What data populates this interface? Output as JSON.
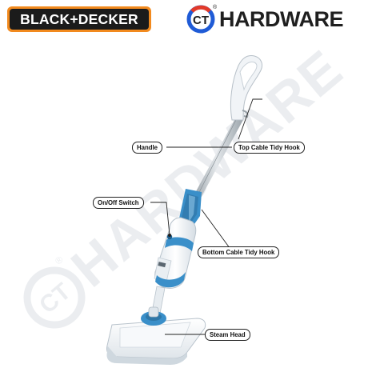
{
  "brand_logo": {
    "text": "BLACK+DECKER",
    "frame_color": "#f28a1e",
    "fill_color": "#1b1b1b"
  },
  "retailer_logo": {
    "badge": "CT",
    "word": "HARDWARE",
    "registered_mark": "®",
    "badge_color": "#1f5bd6",
    "accent_color": "#e23a2a"
  },
  "watermark": {
    "badge": "CT",
    "word": "HARDWARE",
    "registered_mark": "®"
  },
  "callouts": [
    {
      "label": "Handle"
    },
    {
      "label": "Top Cable Tidy Hook"
    },
    {
      "label": "On/Off Switch"
    },
    {
      "label": "Bottom Cable Tidy Hook"
    },
    {
      "label": "Steam Head"
    }
  ],
  "colors": {
    "accent_blue": "#3a8fc9",
    "body_white": "#f4f7fa",
    "pole_grey": "#b9c1c8",
    "leader_line": "#222222"
  }
}
